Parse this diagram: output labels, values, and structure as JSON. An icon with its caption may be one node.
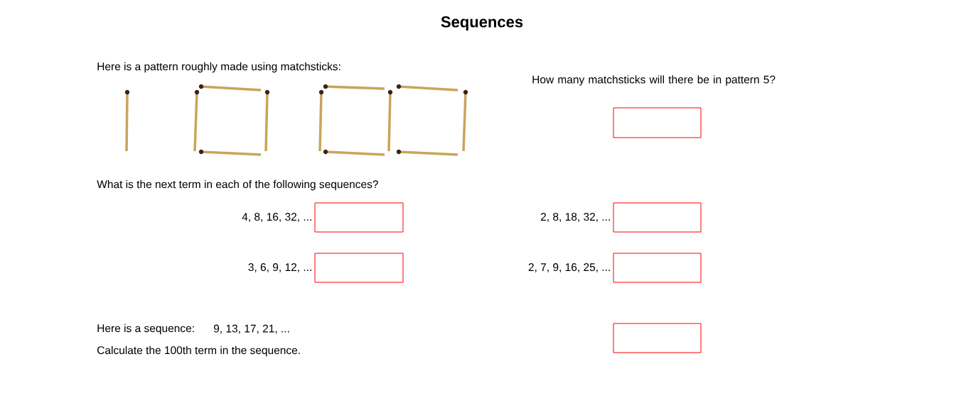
{
  "diagram": {
    "title": "Sequences",
    "nodes": [
      {
        "text": [],
        "shape": "box",
        "beside": [
          "How many matchsticks will there be in pattern 5?"
        ]
      },
      {
        "text": [],
        "shape": "box",
        "beside": [
          "4, 8, 16, 32, ..."
        ]
      },
      {
        "text": [],
        "shape": "box",
        "beside": [
          "2, 8, 18, 32, ..."
        ]
      },
      {
        "text": [],
        "shape": "box",
        "beside": [
          "3, 6, 9, 12, ..."
        ]
      },
      {
        "text": [],
        "shape": "box",
        "beside": [
          "2, 7, 9, 16, 25, ..."
        ]
      },
      {
        "text": [],
        "shape": "box"
      }
    ],
    "labels": [
      "Here is a pattern roughly made using matchsticks:",
      "What is the next term in each of the following sequences?",
      "Here is a sequence:",
      "9, 13, 17, 21, ...",
      "Calculate the 100th term in the sequence."
    ]
  }
}
